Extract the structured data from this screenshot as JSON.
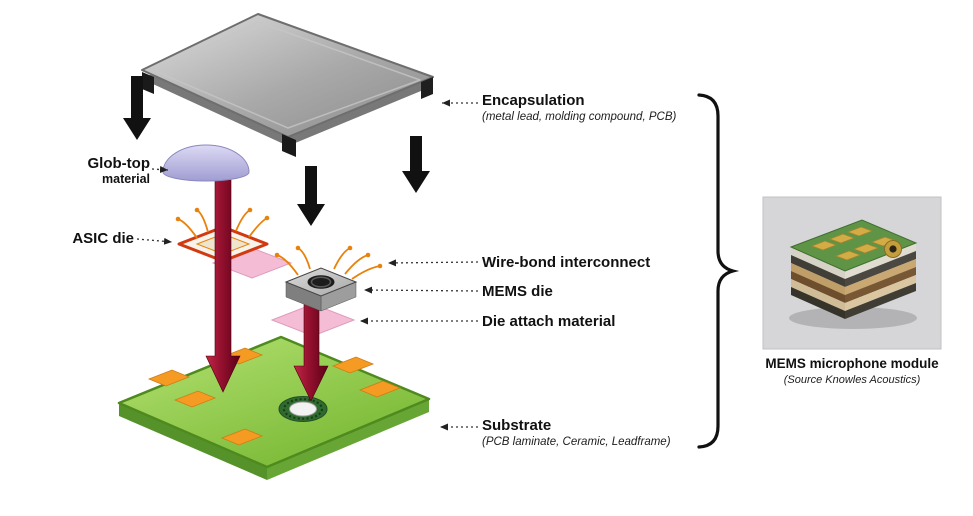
{
  "labels": {
    "encapsulation": {
      "title": "Encapsulation",
      "subtitle": "(metal lead, molding compound, PCB)"
    },
    "glob_top": {
      "line1": "Glob-top",
      "line2": "material"
    },
    "asic_die": {
      "title": "ASIC die"
    },
    "wire_bond": {
      "title": "Wire-bond interconnect"
    },
    "mems_die": {
      "title": "MEMS die"
    },
    "die_attach": {
      "title": "Die attach material"
    },
    "substrate": {
      "title": "Substrate",
      "subtitle": "(PCB laminate, Ceramic, Leadframe)"
    },
    "photo": {
      "caption": "MEMS microphone module",
      "source": "(Source Knowles Acoustics)"
    }
  },
  "colors": {
    "encapsulation_lid": "#9e9e9e",
    "glob_top": "#b9b6e0",
    "asic_outline": "#d13a10",
    "wire_bond": "#e8820c",
    "mems_die_gray": "#c9c9c9",
    "die_attach": "#f5bcd6",
    "substrate_green": "#8cc63f",
    "pad_orange": "#f59a23",
    "assembly_arrow_red": "#a50021",
    "direction_arrow_black": "#111111"
  }
}
